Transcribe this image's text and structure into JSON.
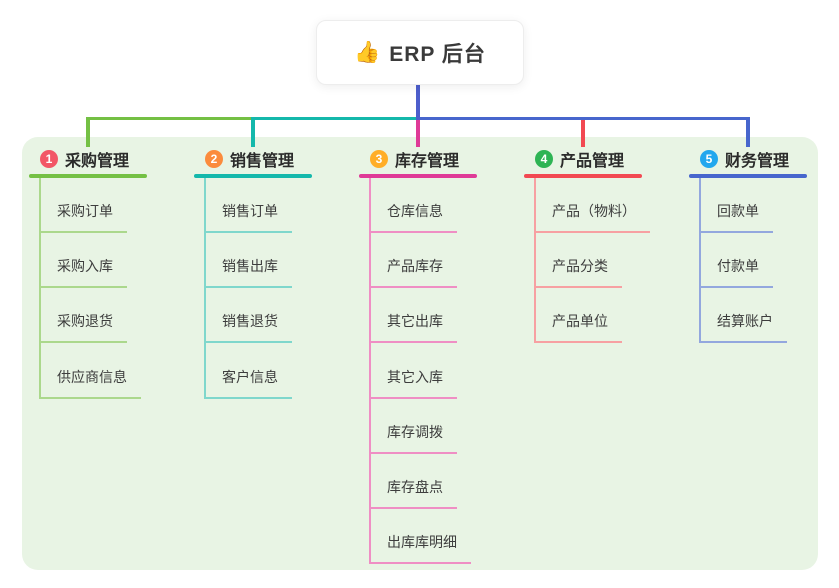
{
  "root": {
    "emoji": "👍",
    "title": "ERP 后台"
  },
  "colors": {
    "panel_bg": "#e8f4e4",
    "trunk": "#4d5ecc",
    "card_bg": "#ffffff",
    "branch_label_text": "#2b2b2b",
    "child_text": "#3d3d3d"
  },
  "branches": [
    {
      "number": "1",
      "label": "采购管理",
      "badge_color": "#f25666",
      "line_color": "#74c044",
      "child_line_color": "#abd88c",
      "children": [
        "采购订单",
        "采购入库",
        "采购退货",
        "供应商信息"
      ]
    },
    {
      "number": "2",
      "label": "销售管理",
      "badge_color": "#fb8b3c",
      "line_color": "#14b8ab",
      "child_line_color": "#7fd7cc",
      "children": [
        "销售订单",
        "销售出库",
        "销售退货",
        "客户信息"
      ]
    },
    {
      "number": "3",
      "label": "库存管理",
      "badge_color": "#ffae27",
      "line_color": "#df3a97",
      "child_line_color": "#ef8ec4",
      "children": [
        "仓库信息",
        "产品库存",
        "其它出库",
        "其它入库",
        "库存调拨",
        "库存盘点",
        "出库库明细"
      ]
    },
    {
      "number": "4",
      "label": "产品管理",
      "badge_color": "#2eb454",
      "line_color": "#f24952",
      "child_line_color": "#f7a0a2",
      "children": [
        "产品（物料）",
        "产品分类",
        "产品单位"
      ]
    },
    {
      "number": "5",
      "label": "财务管理",
      "badge_color": "#22a7ee",
      "line_color": "#4766cd",
      "child_line_color": "#93a7de",
      "children": [
        "回款单",
        "付款单",
        "结算账户"
      ]
    }
  ]
}
